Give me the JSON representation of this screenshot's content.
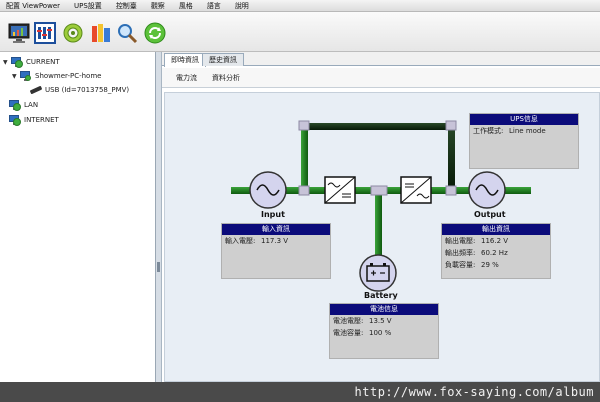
{
  "menu": [
    "配置 ViewPower",
    "UPS設置",
    "控制臺",
    "觀察",
    "風格",
    "語言",
    "說明"
  ],
  "toolbar": [
    "monitor-chart-icon",
    "settings-panel-icon",
    "gear-icon",
    "battery-control-icon",
    "search-icon",
    "refresh-icon"
  ],
  "tree": {
    "current": "CURRENT",
    "host": "Showmer-PC-home",
    "usb": "USB (Id=7013758_PMV)",
    "lan": "LAN",
    "internet": "INTERNET"
  },
  "tabs": [
    "即時資訊",
    "歷史資訊"
  ],
  "subtabs": [
    "電力流",
    "資料分析"
  ],
  "ups_info": {
    "title": "UPS信息",
    "mode_label": "工作模式:",
    "mode_value": "Line mode"
  },
  "input": {
    "caption": "Input",
    "title": "輸入資訊",
    "voltage_label": "輸入電壓:",
    "voltage_value": "117.3 V"
  },
  "output": {
    "caption": "Output",
    "title": "輸出資訊",
    "rows": [
      {
        "label": "輸出電壓:",
        "value": "116.2 V"
      },
      {
        "label": "輸出頻率:",
        "value": "60.2 Hz"
      },
      {
        "label": "負載容量:",
        "value": "29 %"
      }
    ]
  },
  "battery": {
    "caption": "Battery",
    "title": "電池信息",
    "rows": [
      {
        "label": "電池電壓:",
        "value": "13.5 V"
      },
      {
        "label": "電池容量:",
        "value": "100 %"
      }
    ]
  },
  "colors": {
    "header_navy": "#0b0b7a",
    "flow_green": "#1f7a1f",
    "box_gray": "#cfcfcf"
  },
  "watermark": "http://www.fox-saying.com/album"
}
